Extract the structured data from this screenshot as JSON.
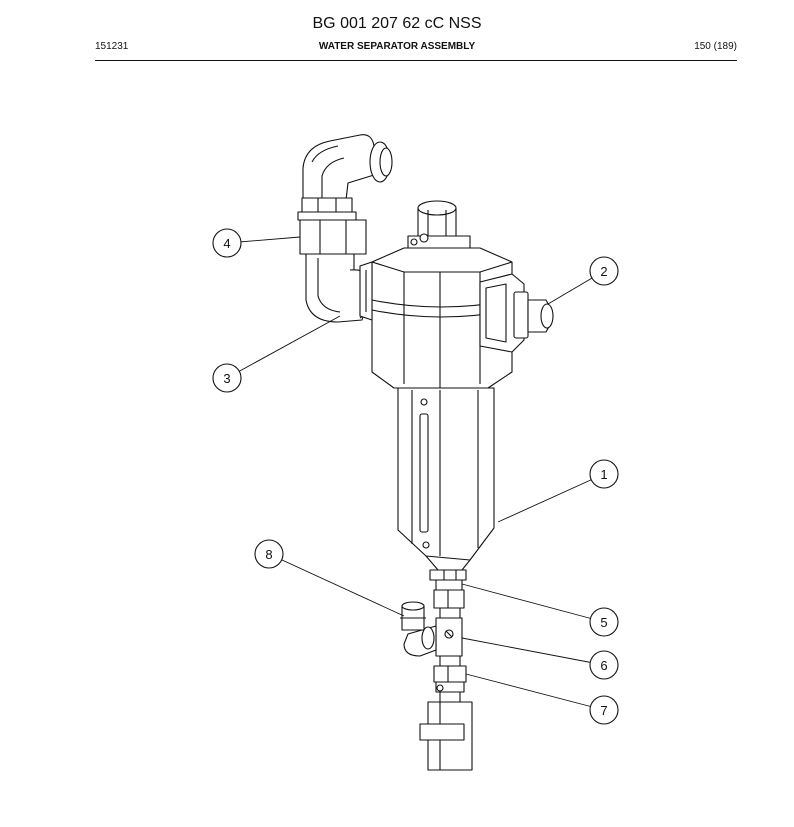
{
  "header": {
    "title": "BG 001 207 62 cC NSS",
    "left_code": "151231",
    "section_title": "WATER SEPARATOR ASSEMBLY",
    "page_info": "150 (189)"
  },
  "callouts": [
    {
      "label": "1"
    },
    {
      "label": "2"
    },
    {
      "label": "3"
    },
    {
      "label": "4"
    },
    {
      "label": "5"
    },
    {
      "label": "6"
    },
    {
      "label": "7"
    },
    {
      "label": "8"
    }
  ]
}
